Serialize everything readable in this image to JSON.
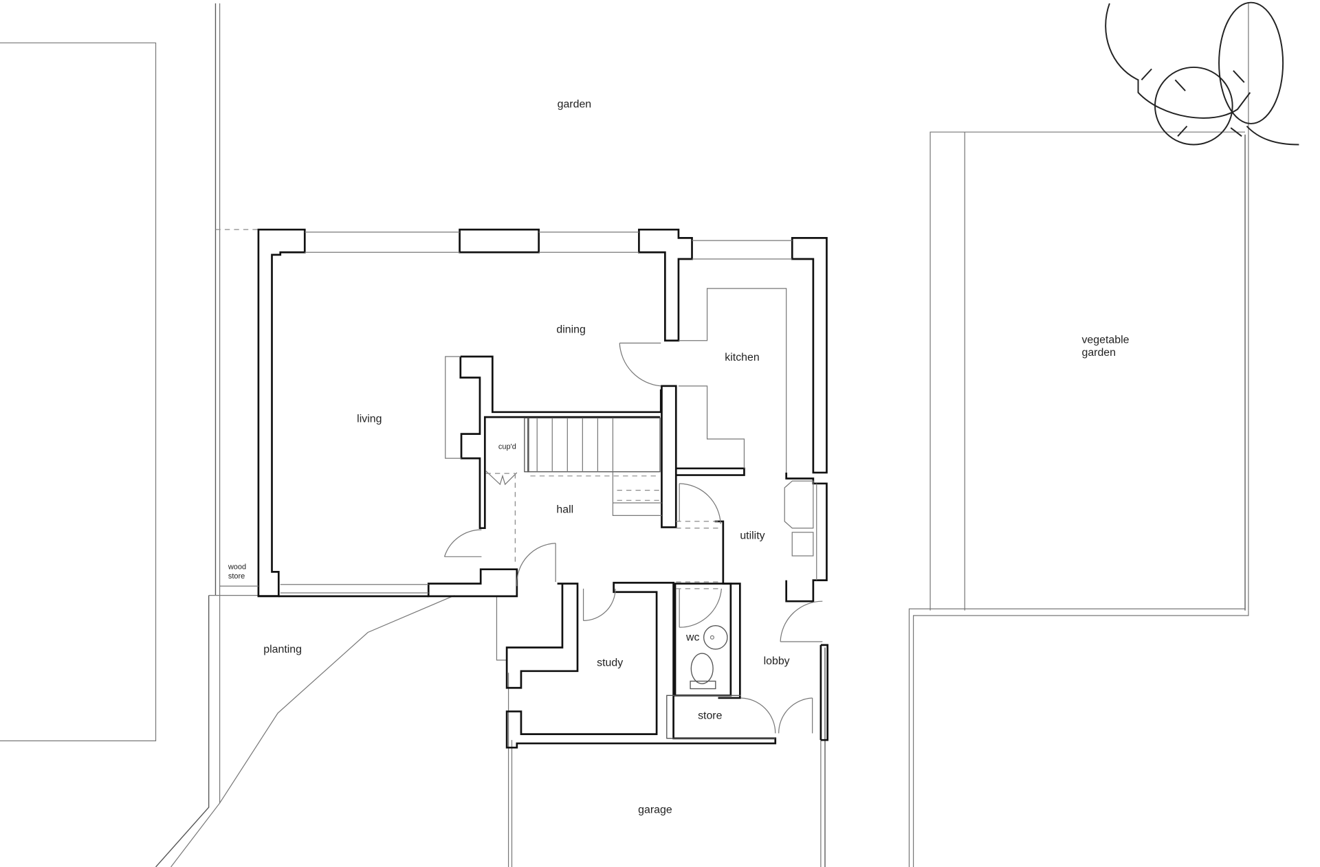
{
  "plan": {
    "type": "ground floor plan",
    "colors": {
      "wall": "#111111",
      "outline": "#777777",
      "background": "#ffffff"
    },
    "rooms": [
      {
        "id": "garden",
        "label": "garden"
      },
      {
        "id": "dining",
        "label": "dining"
      },
      {
        "id": "kitchen",
        "label": "kitchen"
      },
      {
        "id": "living",
        "label": "living"
      },
      {
        "id": "cupd",
        "label": "cup'd"
      },
      {
        "id": "hall",
        "label": "hall"
      },
      {
        "id": "utility",
        "label": "utility"
      },
      {
        "id": "wood_store_1",
        "label": "wood"
      },
      {
        "id": "wood_store_2",
        "label": "store"
      },
      {
        "id": "planting",
        "label": "planting"
      },
      {
        "id": "wc",
        "label": "wc"
      },
      {
        "id": "lobby",
        "label": "lobby"
      },
      {
        "id": "study",
        "label": "study"
      },
      {
        "id": "store",
        "label": "store"
      },
      {
        "id": "garage",
        "label": "garage"
      },
      {
        "id": "veg_1",
        "label": "vegetable"
      },
      {
        "id": "veg_2",
        "label": "garden"
      }
    ],
    "symbols": [
      "tree-symbol",
      "stair-symbol",
      "door-swing",
      "toilet-symbol",
      "basin-symbol"
    ]
  }
}
